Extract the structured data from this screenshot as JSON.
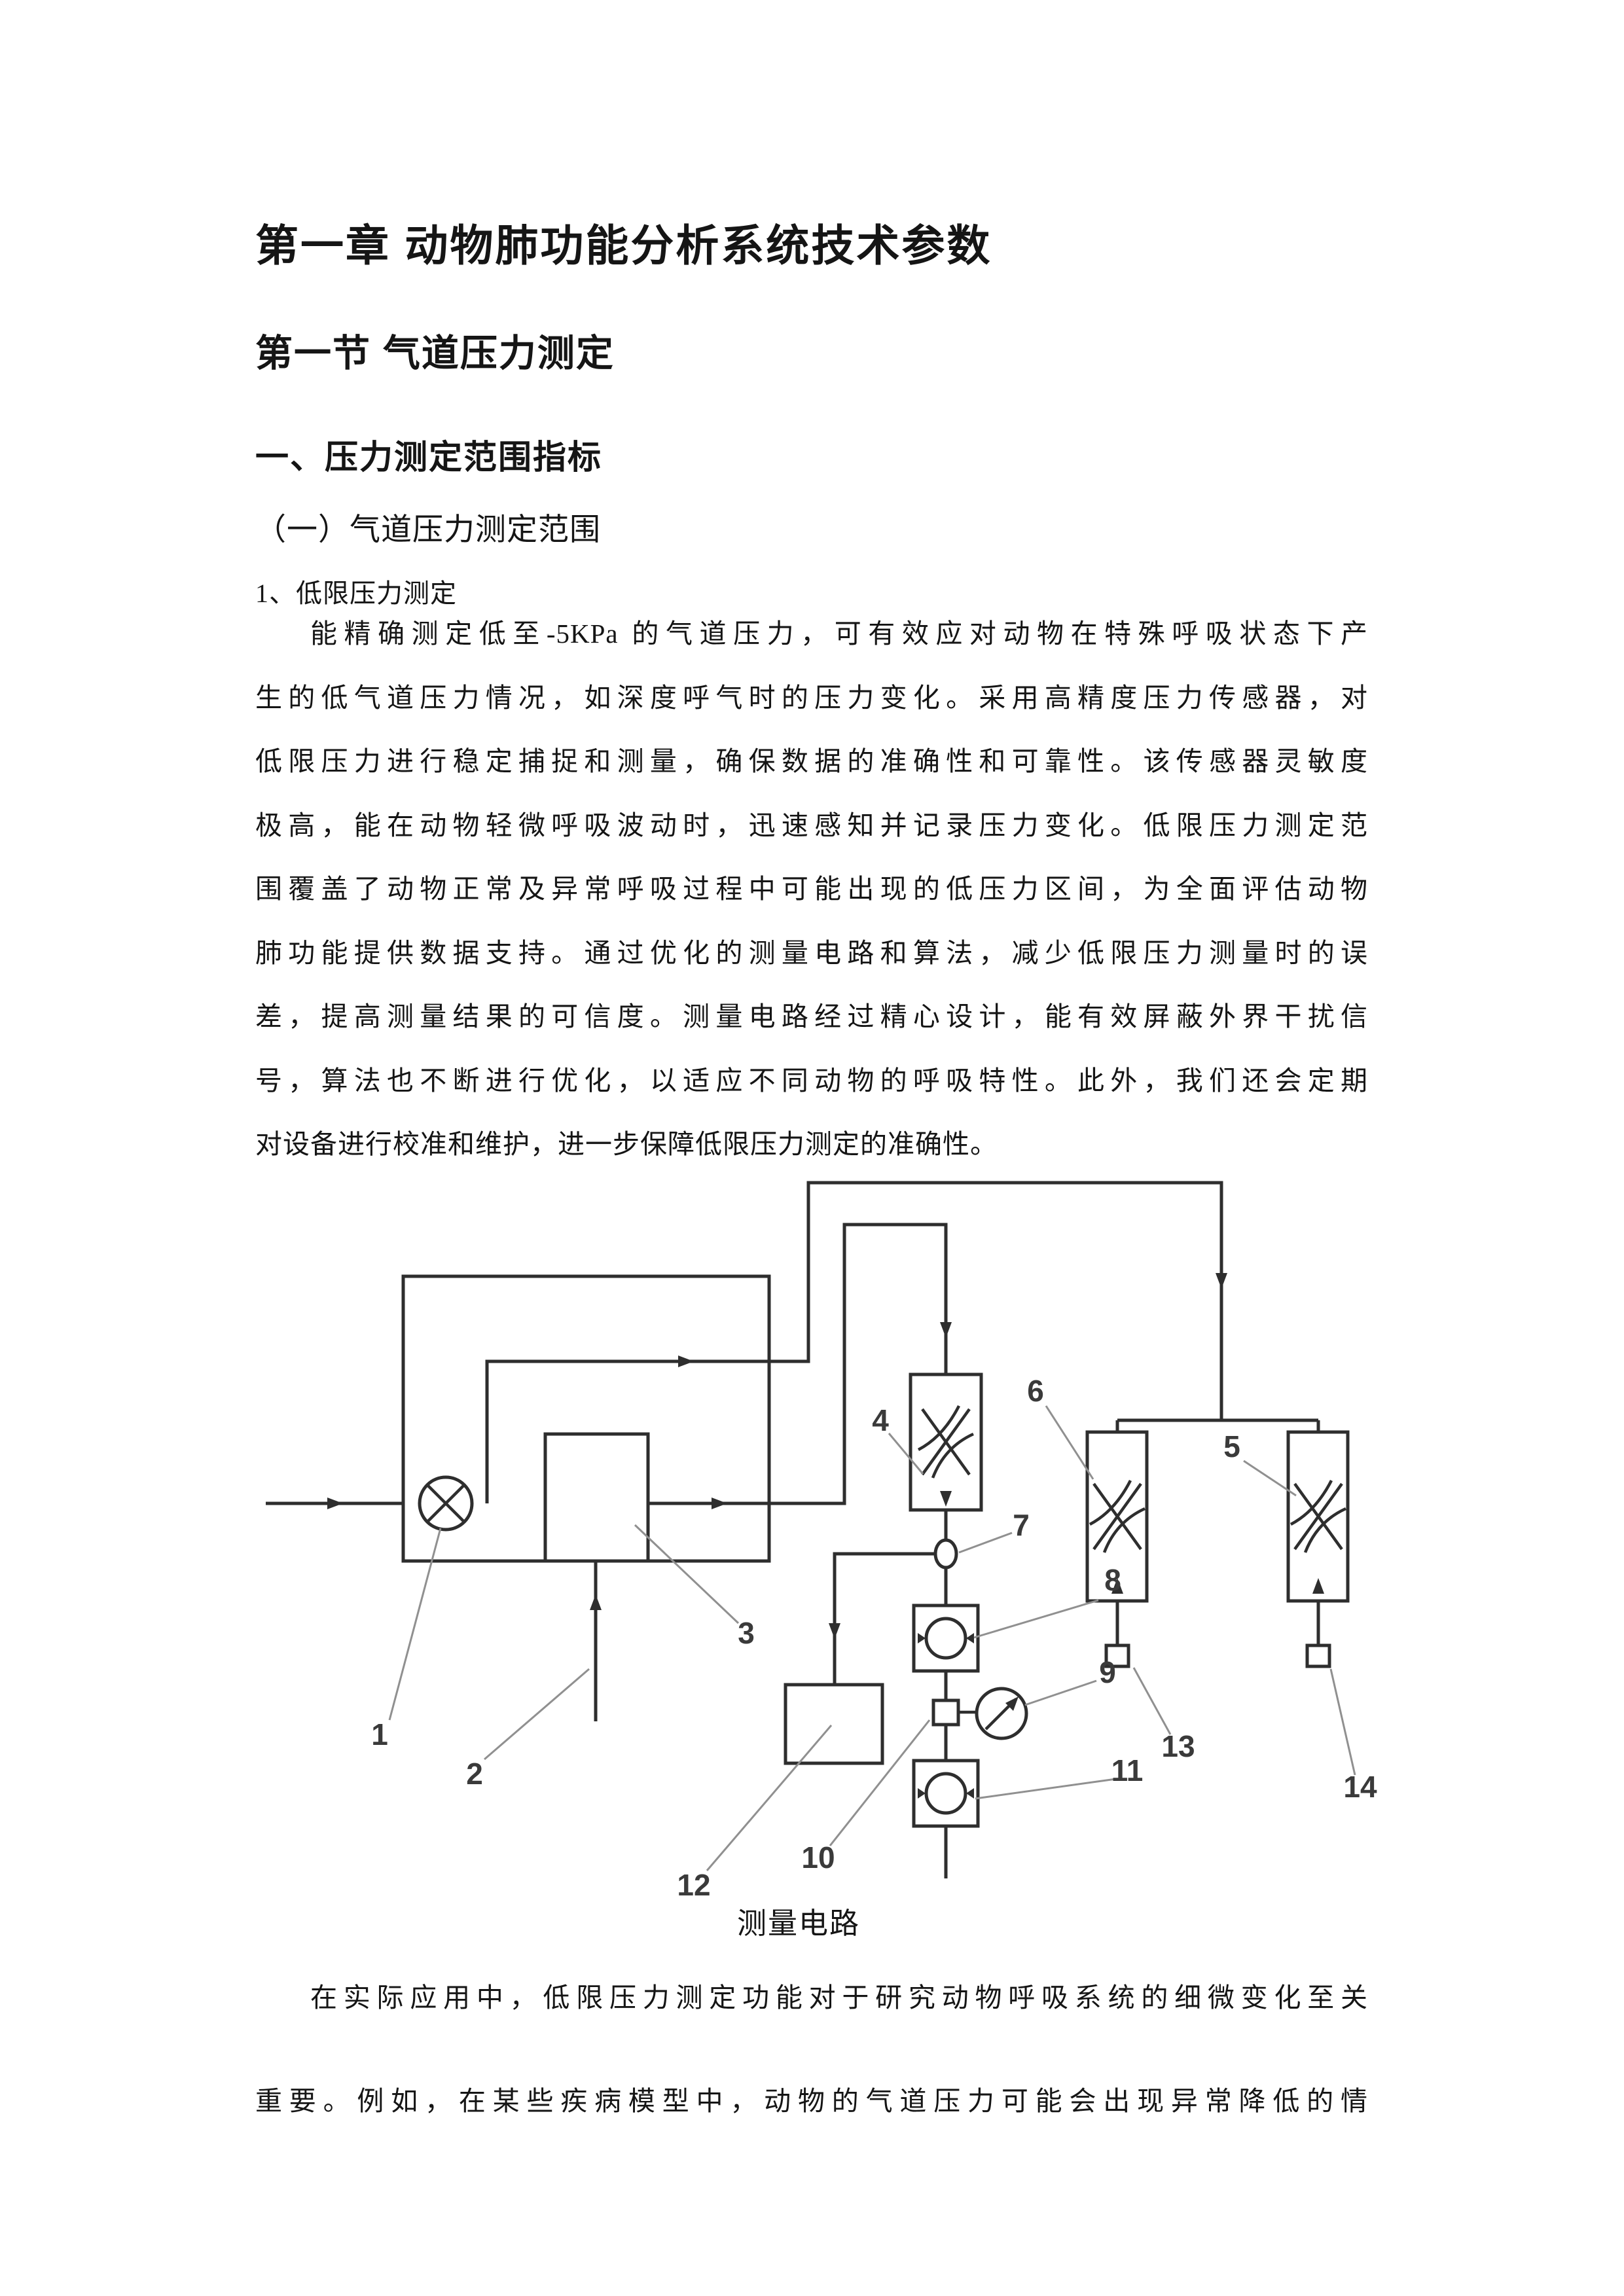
{
  "document": {
    "chapter_title": "第一章 动物肺功能分析系统技术参数",
    "section_title": "第一节 气道压力测定",
    "subsection_title": "一、压力测定范围指标",
    "subsubsection_title": "（一）气道压力测定范围",
    "item_title": "1、低限压力测定",
    "paragraph1_lines": [
      "能精确测定低至-5KPa 的气道压力，可有效应对动物在特殊呼吸状态下产",
      "生的低气道压力情况，如深度呼气时的压力变化。采用高精度压力传感器，对",
      "低限压力进行稳定捕捉和测量，确保数据的准确性和可靠性。该传感器灵敏度",
      "极高，能在动物轻微呼吸波动时，迅速感知并记录压力变化。低限压力测定范",
      "围覆盖了动物正常及异常呼吸过程中可能出现的低压力区间，为全面评估动物",
      "肺功能提供数据支持。通过优化的测量电路和算法，减少低限压力测量时的误",
      "差，提高测量结果的可信度。测量电路经过精心设计，能有效屏蔽外界干扰信",
      "号，算法也不断进行优化，以适应不同动物的呼吸特性。此外，我们还会定期",
      "对设备进行校准和维护，进一步保障低限压力测定的准确性。"
    ],
    "figure": {
      "caption": "测量电路",
      "labels": [
        "1",
        "2",
        "3",
        "4",
        "5",
        "6",
        "7",
        "8",
        "9",
        "10",
        "11",
        "12",
        "13",
        "14"
      ]
    },
    "paragraph2_lines": [
      "在实际应用中，低限压力测定功能对于研究动物呼吸系统的细微变化至关",
      "重要。例如，在某些疾病模型中，动物的气道压力可能会出现异常降低的情"
    ]
  },
  "colors": {
    "text": "#151515",
    "diagram_line": "#2e2e2e",
    "leader_line": "#909090",
    "background": "#ffffff"
  }
}
